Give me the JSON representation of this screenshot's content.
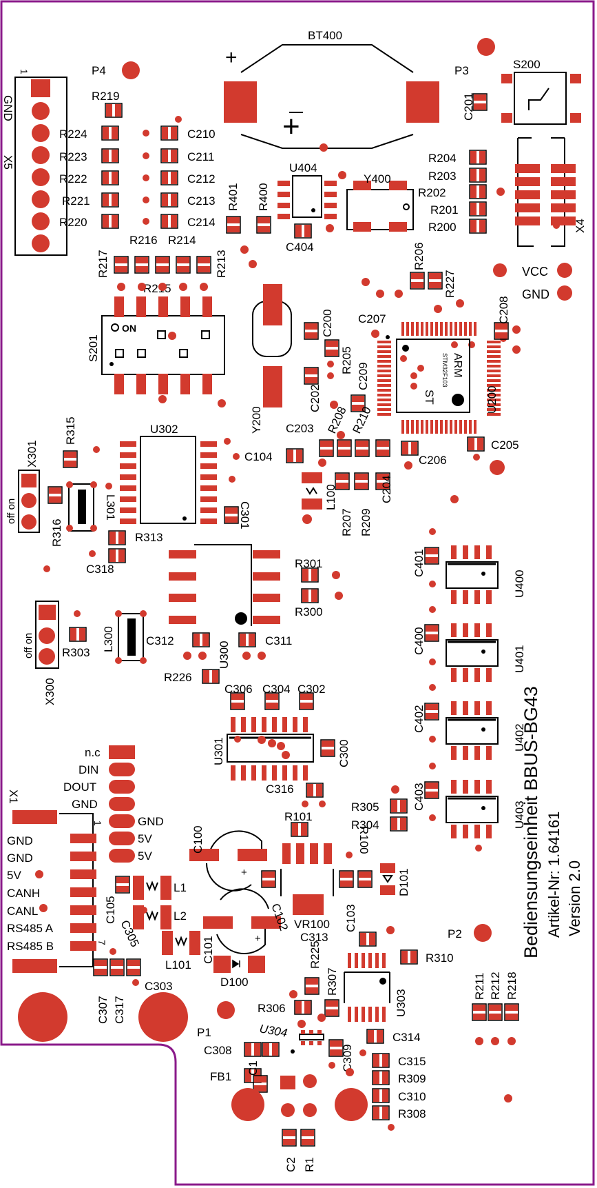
{
  "colors": {
    "outline": "#8a1a8a",
    "pad": "#d23a2e",
    "silk": "#000000",
    "background": "#ffffff"
  },
  "board": {
    "title": "Bediensungseinheit BBUS-BG43",
    "article": "Artikel-Nr: 1.64161",
    "version": "Version 2.0"
  },
  "labels": {
    "bt400": "BT400",
    "plus1": "+",
    "plus2": "+",
    "p4": "P4",
    "p3": "P3",
    "p2": "P2",
    "p1": "P1",
    "s200": "S200",
    "c201": "C201",
    "x5": "X5",
    "gnd_x5": "GND",
    "pin1_x5": "1",
    "r219": "R219",
    "r224": "R224",
    "r223": "R223",
    "r222": "R222",
    "r221": "R221",
    "r220": "R220",
    "c210": "C210",
    "c211": "C211",
    "c212": "C212",
    "c213": "C213",
    "c214": "C214",
    "r401": "R401",
    "r400": "R400",
    "u404": "U404",
    "c404": "C404",
    "y400": "Y400",
    "r204": "R204",
    "r203": "R203",
    "r202": "R202",
    "r201": "R201",
    "r200": "R200",
    "x4": "X4",
    "r217": "R217",
    "r216": "R216",
    "r214": "R214",
    "r213": "R213",
    "r215": "R215",
    "s201": "S201",
    "on": "ON",
    "r206": "R206",
    "r227": "R227",
    "vcc": "VCC",
    "gnd_right": "GND",
    "c207": "C207",
    "c208": "C208",
    "c200": "C200",
    "r205": "R205",
    "c209": "C209",
    "c202": "C202",
    "y200": "Y200",
    "arm": "ARM",
    "stm": "STM32F103",
    "st": "ST",
    "u200": "U200",
    "r208": "R208",
    "r210": "R210",
    "c203": "C203",
    "c104": "C104",
    "c206": "C206",
    "c205": "C205",
    "l100": "L100",
    "r207": "R207",
    "r209": "R209",
    "c204": "C204",
    "x301": "X301",
    "r315": "R315",
    "offon1": "off on",
    "r316": "R316",
    "l301": "L301",
    "u302": "U302",
    "c301": "C301",
    "r313": "R313",
    "c318": "C318",
    "r301": "R301",
    "r300": "R300",
    "c401": "C401",
    "u400": "U400",
    "c400": "C400",
    "u401": "U401",
    "c402": "C402",
    "u402": "U402",
    "c403": "C403",
    "u403": "U403",
    "offon2": "off on",
    "x300": "X300",
    "r303": "R303",
    "l300": "L300",
    "c312": "C312",
    "u300": "U300",
    "c311": "C311",
    "r226": "R226",
    "c306": "C306",
    "c304": "C304",
    "c302": "C302",
    "u301": "U301",
    "c300": "C300",
    "c316": "C316",
    "conn_nc": "n.c",
    "conn_din": "DIN",
    "conn_dout": "DOUT",
    "conn_gnd1": "GND",
    "conn_gnd2": "GND",
    "conn_5v1": "5V",
    "conn_5v2": "5V",
    "conn_pin1": "1",
    "x1": "X1",
    "x1_gnd1": "GND",
    "x1_gnd2": "GND",
    "x1_5v": "5V",
    "x1_canh": "CANH",
    "x1_canl": "CANL",
    "x1_rs485a": "RS485 A",
    "x1_rs485b": "RS485 B",
    "x1_pin7": "7",
    "c100": "C100",
    "r101": "R101",
    "r100": "R100",
    "d101": "D101",
    "r305": "R305",
    "r304": "R304",
    "c105": "C105",
    "l1": "L1",
    "l2": "L2",
    "c305": "C305",
    "c102": "C102",
    "c103": "C103",
    "vr100": "VR100",
    "l101": "L101",
    "c101": "C101",
    "d100": "D100",
    "c307": "C307",
    "c317": "C317",
    "c303": "C303",
    "r225": "R225",
    "c313": "C313",
    "r310": "R310",
    "u303": "U303",
    "r307": "R307",
    "r306": "R306",
    "u304": "U304",
    "c308": "C308",
    "fb1": "FB1",
    "c1": "C1",
    "c309": "C309",
    "c314": "C314",
    "c315": "C315",
    "r309": "R309",
    "c310": "C310",
    "r308": "R308",
    "c2": "C2",
    "r1": "R1",
    "r211": "R211",
    "r212": "R212",
    "r218": "R218"
  }
}
